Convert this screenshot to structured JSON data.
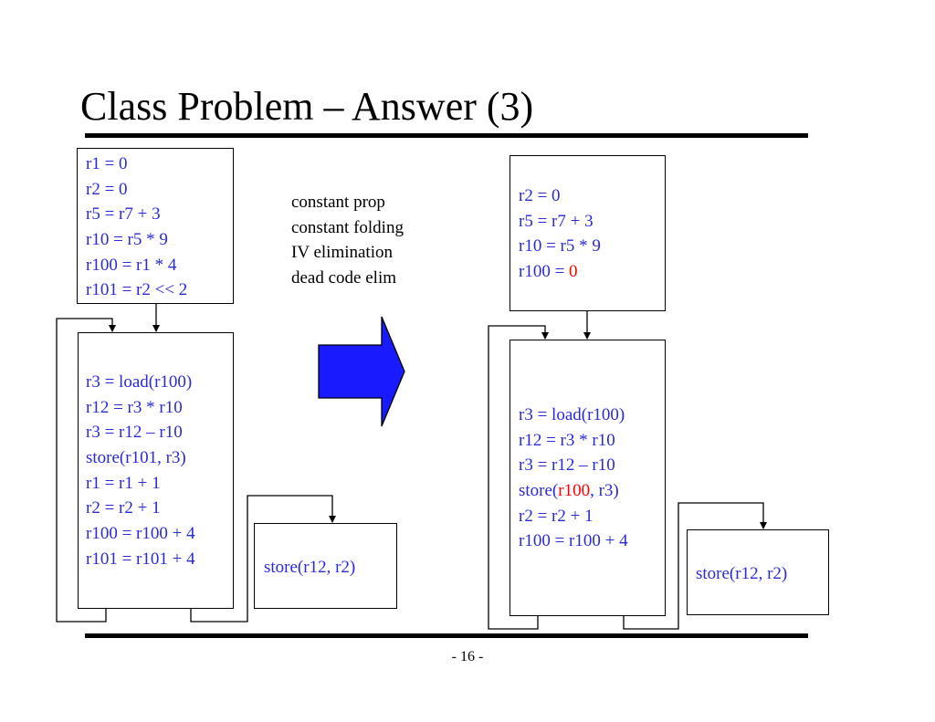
{
  "title": "Class Problem – Answer (3)",
  "page_number": "- 16 -",
  "optimizations": [
    "constant prop",
    "constant folding",
    "IV elimination",
    "dead code elim"
  ],
  "before": {
    "preheader": [
      {
        "parts": [
          {
            "text": "r1 = 0",
            "highlight": false
          }
        ]
      },
      {
        "parts": [
          {
            "text": "r2 = 0",
            "highlight": false
          }
        ]
      },
      {
        "parts": [
          {
            "text": "r5 = r7 + 3",
            "highlight": false
          }
        ]
      },
      {
        "parts": [
          {
            "text": "r10 = r5 * 9",
            "highlight": false
          }
        ]
      },
      {
        "parts": [
          {
            "text": "r100 = r1 * 4",
            "highlight": false
          }
        ]
      },
      {
        "parts": [
          {
            "text": "r101 = r2 << 2",
            "highlight": false
          }
        ]
      }
    ],
    "loop": [
      {
        "parts": [
          {
            "text": "r3 = load(r100)",
            "highlight": false
          }
        ]
      },
      {
        "parts": [
          {
            "text": "r12 = r3 * r10",
            "highlight": false
          }
        ]
      },
      {
        "parts": [
          {
            "text": "r3 = r12 – r10",
            "highlight": false
          }
        ]
      },
      {
        "parts": [
          {
            "text": "store(r101, r3)",
            "highlight": false
          }
        ]
      },
      {
        "parts": [
          {
            "text": "r1 = r1 + 1",
            "highlight": false
          }
        ]
      },
      {
        "parts": [
          {
            "text": "r2 = r2 + 1",
            "highlight": false
          }
        ]
      },
      {
        "parts": [
          {
            "text": "r100 = r100 + 4",
            "highlight": false
          }
        ]
      },
      {
        "parts": [
          {
            "text": "r101 = r101 + 4",
            "highlight": false
          }
        ]
      }
    ],
    "exit": [
      {
        "parts": [
          {
            "text": "store(r12, r2)",
            "highlight": false
          }
        ]
      }
    ]
  },
  "after": {
    "preheader": [
      {
        "parts": [
          {
            "text": "r2 = 0",
            "highlight": false
          }
        ]
      },
      {
        "parts": [
          {
            "text": "r5 = r7 + 3",
            "highlight": false
          }
        ]
      },
      {
        "parts": [
          {
            "text": "r10 = r5 * 9",
            "highlight": false
          }
        ]
      },
      {
        "parts": [
          {
            "text": "r100 = ",
            "highlight": false
          },
          {
            "text": "0",
            "highlight": true
          }
        ]
      }
    ],
    "loop": [
      {
        "parts": [
          {
            "text": "r3 = load(r100)",
            "highlight": false
          }
        ]
      },
      {
        "parts": [
          {
            "text": "r12 = r3 * r10",
            "highlight": false
          }
        ]
      },
      {
        "parts": [
          {
            "text": "r3 = r12 – r10",
            "highlight": false
          }
        ]
      },
      {
        "parts": [
          {
            "text": "store(",
            "highlight": false
          },
          {
            "text": "r100",
            "highlight": true
          },
          {
            "text": ", r3)",
            "highlight": false
          }
        ]
      },
      {
        "parts": [
          {
            "text": "r2 = r2 + 1",
            "highlight": false
          }
        ]
      },
      {
        "parts": [
          {
            "text": "r100 = r100 + 4",
            "highlight": false
          }
        ]
      }
    ],
    "exit": [
      {
        "parts": [
          {
            "text": "store(r12, r2)",
            "highlight": false
          }
        ]
      }
    ]
  },
  "colors": {
    "code": "#2a2ad6",
    "highlight": "#ff0000",
    "arrow": "#1a1aff"
  }
}
